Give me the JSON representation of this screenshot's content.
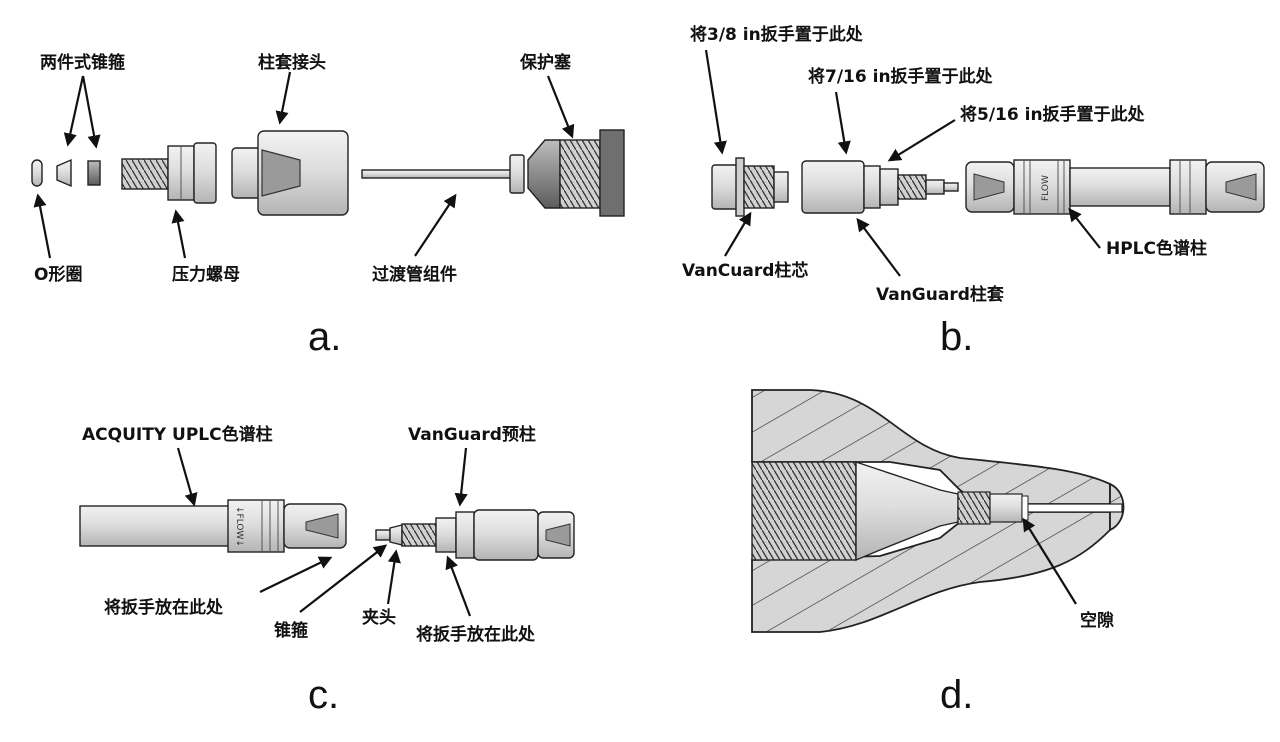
{
  "panels": {
    "a": {
      "caption": "a.",
      "labels": {
        "two_piece_ferrule": "两件式锥箍",
        "column_end_fitting": "柱套接头",
        "plug": "保护塞",
        "o_ring": "O形圈",
        "compression_nut": "压力螺母",
        "transfer_tube": "过渡管组件"
      }
    },
    "b": {
      "caption": "b.",
      "labels": {
        "wrench_38": "将3/8 in扳手置于此处",
        "wrench_716": "将7/16 in扳手置于此处",
        "wrench_516": "将5/16 in扳手置于此处",
        "cartridge": "VanCuard柱芯",
        "holder": "VanGuard柱套",
        "hplc_column": "HPLC色谱柱"
      },
      "flow_text": "FLOW"
    },
    "c": {
      "caption": "c.",
      "labels": {
        "acquity_column": "ACQUITY UPLC色谱柱",
        "vanguard_precolumn": "VanGuard预柱",
        "wrench_here_left": "将扳手放在此处",
        "ferrule": "锥箍",
        "collet": "夹头",
        "wrench_here_right": "将扳手放在此处"
      },
      "flow_text": "↓FLOW↓"
    },
    "d": {
      "caption": "d.",
      "labels": {
        "void": "空隙"
      }
    }
  },
  "colors": {
    "outline": "#222222",
    "part_fill": "#e6e6e6",
    "part_dark": "#8a8a8a",
    "hatch_fill": "#d4d4d4"
  }
}
